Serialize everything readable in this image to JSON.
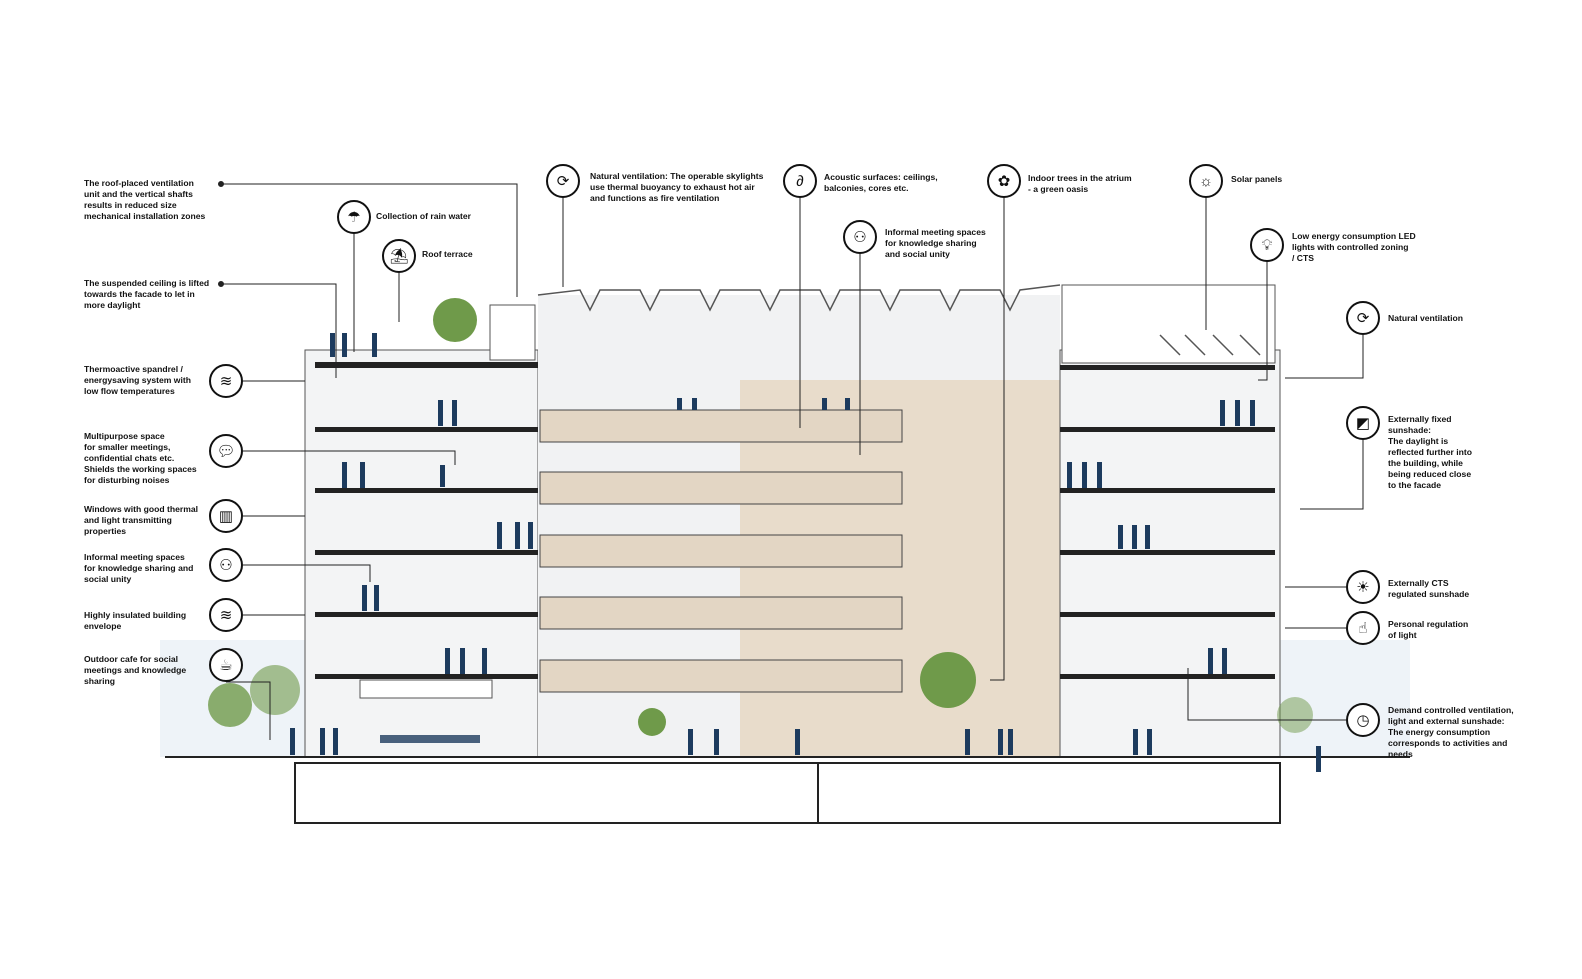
{
  "annotations": {
    "roof_ventilation": {
      "text": "The roof-placed ventilation\nunit and the vertical shafts\nresults in reduced size\nmechanical installation zones"
    },
    "suspended_ceiling": {
      "text": "The suspended ceiling is lifted\ntowards the facade to let in\nmore daylight"
    },
    "rain_water": {
      "text": "Collection of rain water",
      "icon": "rain-cloud-icon"
    },
    "roof_terrace": {
      "text": "Roof terrace",
      "icon": "umbrella-icon"
    },
    "thermoactive": {
      "text": "Thermoactive spandrel /\nenergysaving system with\nlow flow temperatures",
      "icon": "insulation-heating-icon"
    },
    "multipurpose": {
      "text": "Multipurpose space\nfor smaller meetings,\nconfidential chats etc.\nShields the working spaces\nfor disturbing noises",
      "icon": "chat-bubbles-icon"
    },
    "windows": {
      "text": "Windows with good thermal\nand light transmitting\nproperties",
      "icon": "window-sun-icon"
    },
    "informal_left": {
      "text": "Informal meeting spaces\nfor knowledge sharing and\nsocial unity",
      "icon": "people-group-icon"
    },
    "insulated": {
      "text": "Highly insulated building\nenvelope",
      "icon": "insulation-icon"
    },
    "outdoor_cafe": {
      "text": "Outdoor cafe for social\nmeetings and knowledge\nsharing",
      "icon": "coffee-cup-icon"
    },
    "natural_ventilation_skylights": {
      "text": "Natural ventilation: The operable skylights\nuse thermal buoyancy to exhaust hot air\nand functions as fire ventilation",
      "icon": "ventilation-cycle-icon"
    },
    "acoustic": {
      "text": "Acoustic surfaces: ceilings,\nbalconies, cores etc.",
      "icon": "ear-icon"
    },
    "informal_atrium": {
      "text": "Informal meeting spaces\nfor knowledge sharing\nand social unity",
      "icon": "people-group-icon"
    },
    "indoor_trees": {
      "text": "Indoor trees in the atrium\n - a green oasis",
      "icon": "plant-icon"
    },
    "solar": {
      "text": "Solar panels",
      "icon": "sun-panel-icon"
    },
    "led": {
      "text": "Low energy consumption LED\nlights with controlled zoning\n/ CTS",
      "icon": "light-bulb-icon"
    },
    "natural_ventilation": {
      "text": "Natural ventilation",
      "icon": "ventilation-cycle-icon"
    },
    "fixed_sunshade": {
      "text": "Externally fixed\nsunshade:\nThe daylight is\nreflected further into\nthe building, while\nbeing reduced close\nto the facade",
      "icon": "fixed-sunshade-icon"
    },
    "cts_sunshade": {
      "text": "Externally CTS\nregulated sunshade",
      "icon": "cts-sunshade-icon"
    },
    "personal_light": {
      "text": "Personal regulation\nof light",
      "icon": "hand-pointer-icon"
    },
    "demand_control": {
      "text": "Demand controlled ventilation,\nlight and external sunshade:\nThe energy consumption\ncorresponds to activities and\nneeds",
      "icon": "clock-icon"
    }
  },
  "colors": {
    "wood": "#e8dccb",
    "people": "#1d3b5e",
    "tree": "#6f9a4a",
    "glass": "#e9ecef"
  }
}
